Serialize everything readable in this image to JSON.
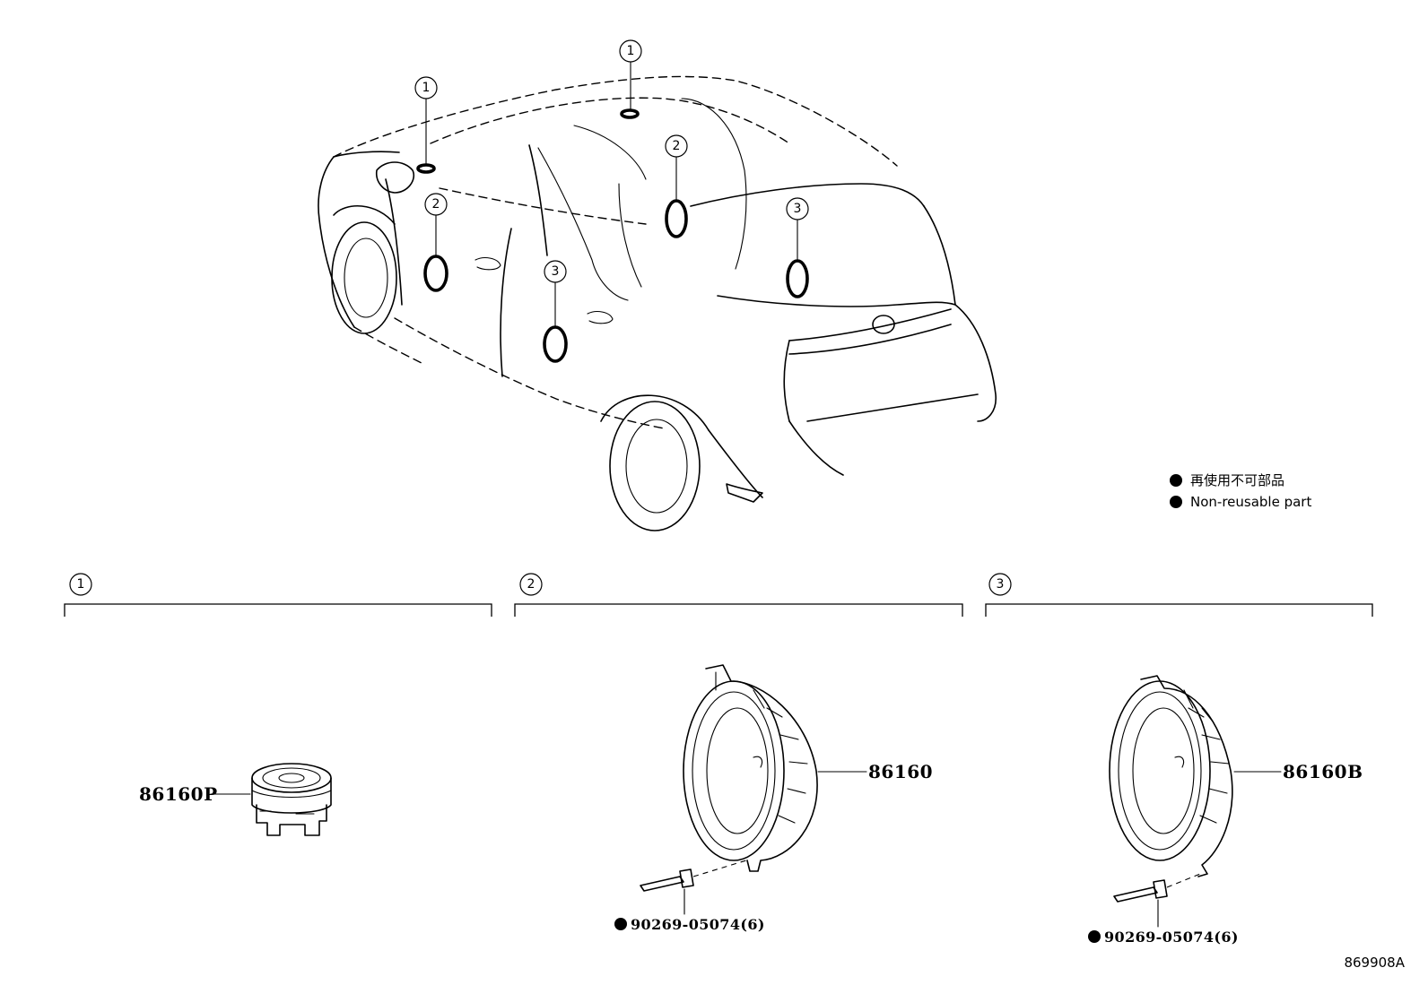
{
  "callouts": {
    "one": "1",
    "two": "2",
    "three": "3"
  },
  "parts": {
    "tweeter": "86160P",
    "front_speaker": "86160",
    "rear_speaker": "86160B",
    "rivet_front": "90269-05074(6)",
    "rivet_rear": "90269-05074(6)"
  },
  "legend": {
    "jp": "再使用不可部品",
    "en": "Non-reusable part"
  },
  "illustration_code": "869908A"
}
